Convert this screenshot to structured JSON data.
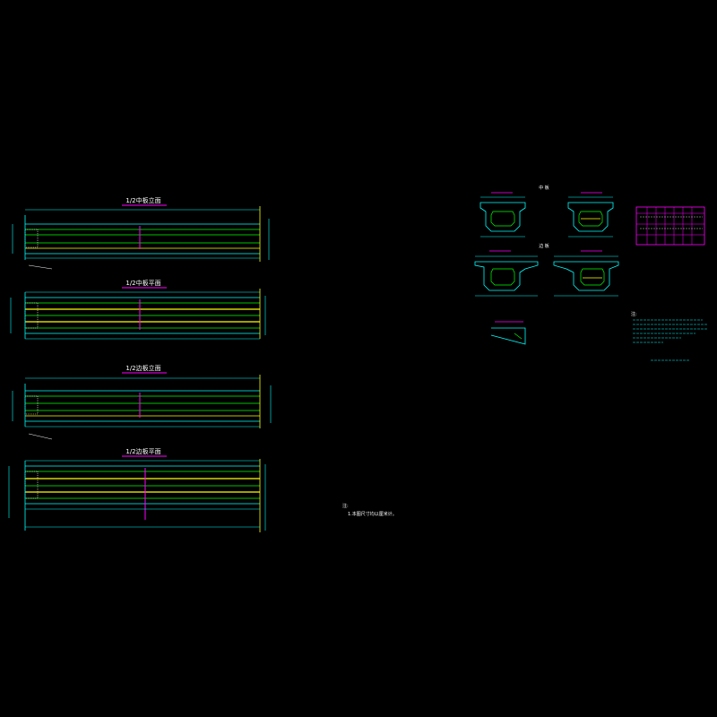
{
  "colors": {
    "background": "#000000",
    "outline": "#00ffff",
    "rebar_green": "#00ff00",
    "rebar_yellow": "#ffff00",
    "prestress_magenta": "#ff00ff",
    "text": "#ffffff",
    "dim": "#00ffff"
  },
  "views": [
    {
      "title": "1/2中板立面"
    },
    {
      "title": "1/2中板平面"
    },
    {
      "title": "1/2边板立面"
    },
    {
      "title": "1/2边板平面"
    }
  ],
  "sections": {
    "top_heading": "中 板",
    "mid_heading": "边 板"
  },
  "notes": {
    "left_heading": "注:",
    "left_line": "1.本图尺寸均以厘米计。",
    "right_heading": "注:"
  }
}
